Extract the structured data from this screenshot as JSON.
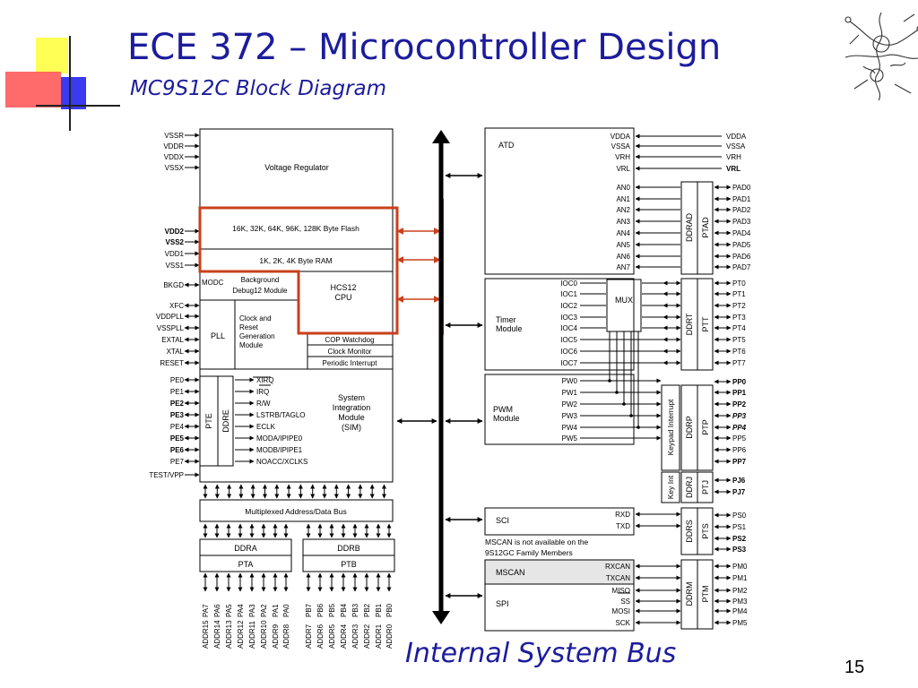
{
  "title": "ECE 372 – Microcontroller Design",
  "subtitle": "MC9S12C Block Diagram",
  "bus_caption": "Internal System Bus",
  "page_number": "15",
  "colors": {
    "title": "#1c1c9c",
    "highlight": "#c8401c",
    "deco_yellow": "#ffff55",
    "deco_red": "#ff5050",
    "deco_blue": "#3a3af0"
  },
  "left": {
    "power_pins": [
      "VSSR",
      "VDDR",
      "VDDX",
      "VSSX"
    ],
    "voltage_regulator": "Voltage Regulator",
    "flash": "16K, 32K, 64K, 96K, 128K Byte Flash",
    "ram": "1K, 2K, 4K Byte RAM",
    "mem_pins": [
      "VDD2",
      "VSS2",
      "VDD1",
      "VSS1"
    ],
    "bkgd": "BKGD",
    "modc": "MODC",
    "bdm": [
      "Background",
      "Debug12 Module"
    ],
    "cpu": [
      "HCS12",
      "CPU"
    ],
    "pll_pins": [
      "XFC",
      "VDDPLL",
      "VSSPLL",
      "EXTAL",
      "XTAL",
      "RESET"
    ],
    "pll": "PLL",
    "crg": [
      "Clock and",
      "Reset",
      "Generation",
      "Module"
    ],
    "crg_right": [
      "COP Watchdog",
      "Clock Monitor",
      "Periodic Interrupt"
    ],
    "pe_pins": [
      "PE0",
      "PE1",
      "PE2",
      "PE3",
      "PE4",
      "PE5",
      "PE6",
      "PE7"
    ],
    "pte": "PTE",
    "ddre": "DDRE",
    "pe_signals": [
      "XIRQ",
      "IRQ",
      "R/W",
      "LSTRB/TAGLO",
      "ECLK",
      "MODA/IPIPE0",
      "MODB/IPIPE1",
      "NOACC/XCLKS"
    ],
    "sim": [
      "System",
      "Integration",
      "Module",
      "(SIM)"
    ],
    "test_vpp": "TEST/VPP",
    "mux_bus": "Multiplexed Address/Data Bus",
    "ddra": "DDRA",
    "pta": "PTA",
    "ddrb": "DDRB",
    "ptb": "PTB",
    "pa_pins": [
      "PA7",
      "PA6",
      "PA5",
      "PA4",
      "PA3",
      "PA2",
      "PA1",
      "PA0"
    ],
    "pa_addr": [
      "ADDR15",
      "ADDR14",
      "ADDR13",
      "ADDR12",
      "ADDR11",
      "ADDR10",
      "ADDR9",
      "ADDR8"
    ],
    "pb_pins": [
      "PB7",
      "PB6",
      "PB5",
      "PB4",
      "PB3",
      "PB2",
      "PB1",
      "PB0"
    ],
    "pb_addr": [
      "ADDR7",
      "ADDR6",
      "ADDR5",
      "ADDR4",
      "ADDR3",
      "ADDR2",
      "ADDR1",
      "ADDR0"
    ]
  },
  "right": {
    "atd": "ATD",
    "atd_ref_in": [
      "VDDA",
      "VSSA",
      "VRH",
      "VRL"
    ],
    "atd_ref_out": [
      "VDDA",
      "VSSA",
      "VRH",
      "VRL"
    ],
    "an": [
      "AN0",
      "AN1",
      "AN2",
      "AN3",
      "AN4",
      "AN5",
      "AN6",
      "AN7"
    ],
    "ddrad": "DDRAD",
    "ptad": "PTAD",
    "pad": [
      "PAD0",
      "PAD1",
      "PAD2",
      "PAD3",
      "PAD4",
      "PAD5",
      "PAD6",
      "PAD7"
    ],
    "timer": [
      "Timer",
      "Module"
    ],
    "ioc": [
      "IOC0",
      "IOC1",
      "IOC2",
      "IOC3",
      "IOC4",
      "IOC5",
      "IOC6",
      "IOC7"
    ],
    "mux": "MUX",
    "ddrt": "DDRT",
    "ptt": "PTT",
    "pt": [
      "PT0",
      "PT1",
      "PT2",
      "PT3",
      "PT4",
      "PT5",
      "PT6",
      "PT7"
    ],
    "pwm": [
      "PWM",
      "Module"
    ],
    "pw": [
      "PW0",
      "PW1",
      "PW2",
      "PW3",
      "PW4",
      "PW5"
    ],
    "keypad": "Keypad Interrupt",
    "ddrp": "DDRP",
    "ptp": "PTP",
    "pp": [
      "PP0",
      "PP1",
      "PP2",
      "PP3",
      "PP4",
      "PP5",
      "PP6",
      "PP7"
    ],
    "keyint": "Key Int",
    "ddrj": "DDRJ",
    "ptj": "PTJ",
    "pj": [
      "PJ6",
      "PJ7"
    ],
    "sci": "SCI",
    "sci_sig": [
      "RXD",
      "TXD"
    ],
    "mscan_note": [
      "MSCAN is not available on the",
      "9S12GC Family Members"
    ],
    "ddrs": "DDRS",
    "pts": "PTS",
    "ps": [
      "PS0",
      "PS1",
      "PS2",
      "PS3"
    ],
    "mscan": "MSCAN",
    "mscan_sig": [
      "RXCAN",
      "TXCAN"
    ],
    "spi": "SPI",
    "spi_sig": [
      "MISO",
      "SS",
      "MOSI",
      "SCK"
    ],
    "ddrm": "DDRM",
    "ptm": "PTM",
    "pm": [
      "PM0",
      "PM1",
      "PM2",
      "PM3",
      "PM4",
      "PM5"
    ]
  }
}
